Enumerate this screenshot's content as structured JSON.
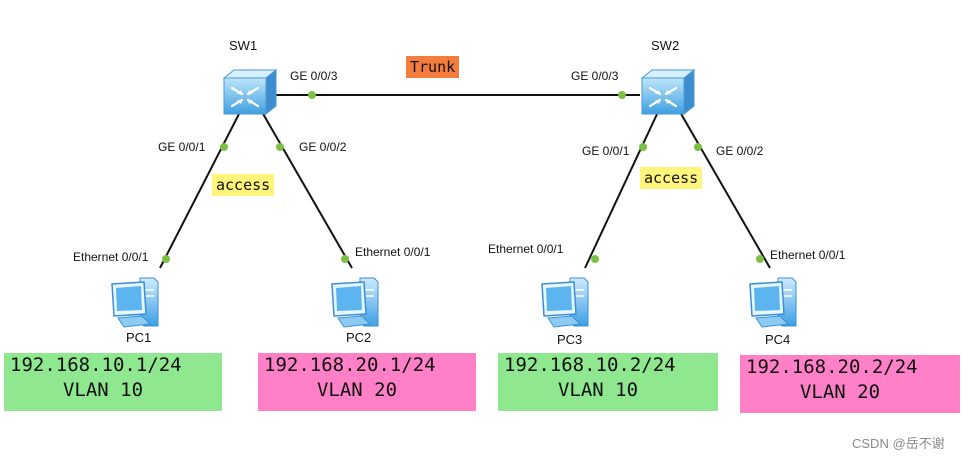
{
  "devices": {
    "sw1": "SW1",
    "sw2": "SW2",
    "pc1": "PC1",
    "pc2": "PC2",
    "pc3": "PC3",
    "pc4": "PC4"
  },
  "ports": {
    "sw1_ge3": "GE 0/0/3",
    "sw2_ge3": "GE 0/0/3",
    "sw1_ge1": "GE 0/0/1",
    "sw1_ge2": "GE 0/0/2",
    "sw2_ge1": "GE 0/0/1",
    "sw2_ge2": "GE 0/0/2",
    "pc1_eth": "Ethernet 0/0/1",
    "pc2_eth": "Ethernet 0/0/1",
    "pc3_eth": "Ethernet 0/0/1",
    "pc4_eth": "Ethernet 0/0/1"
  },
  "tags": {
    "trunk": "Trunk",
    "access1": "access",
    "access2": "access"
  },
  "ip_boxes": [
    {
      "ip": "192.168.10.1/24",
      "vlan": "VLAN 10"
    },
    {
      "ip": "192.168.20.1/24",
      "vlan": "VLAN 20"
    },
    {
      "ip": "192.168.10.2/24",
      "vlan": "VLAN 10"
    },
    {
      "ip": "192.168.20.2/24",
      "vlan": "VLAN 20"
    }
  ],
  "watermark": "CSDN @岳不谢",
  "colors": {
    "switch": "#5fb7ea",
    "pc": "#4aa8e6",
    "link_dot": "#7ac143",
    "trunk_tag": "#f47c3c",
    "access_tag": "#fff57a",
    "vlan10": "#8fe88f",
    "vlan20": "#ff80c7"
  }
}
